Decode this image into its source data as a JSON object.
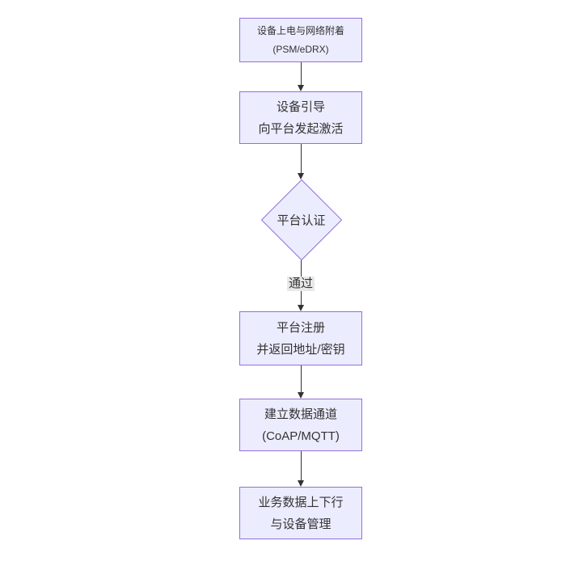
{
  "diagram": {
    "type": "flowchart",
    "direction": "top-down",
    "nodes": {
      "power_on": {
        "line1": "设备上电与网络附着",
        "line2": "(PSM/eDRX)"
      },
      "bootstrap": {
        "line1": "设备引导",
        "line2": "向平台发起激活"
      },
      "platform_auth": {
        "label": "平台认证",
        "shape": "diamond"
      },
      "register": {
        "line1": "平台注册",
        "line2": "并返回地址/密钥"
      },
      "data_channel": {
        "line1": "建立数据通道",
        "line2": "(CoAP/MQTT)"
      },
      "business": {
        "line1": "业务数据上下行",
        "line2": "与设备管理"
      }
    },
    "edge_labels": {
      "auth_pass": "通过"
    },
    "colors": {
      "node_fill": "#ECECFF",
      "node_border": "#9370DB",
      "arrow": "#333333",
      "edge_label_bg": "#e8e8e8",
      "text": "#333333",
      "background": "#ffffff"
    }
  }
}
